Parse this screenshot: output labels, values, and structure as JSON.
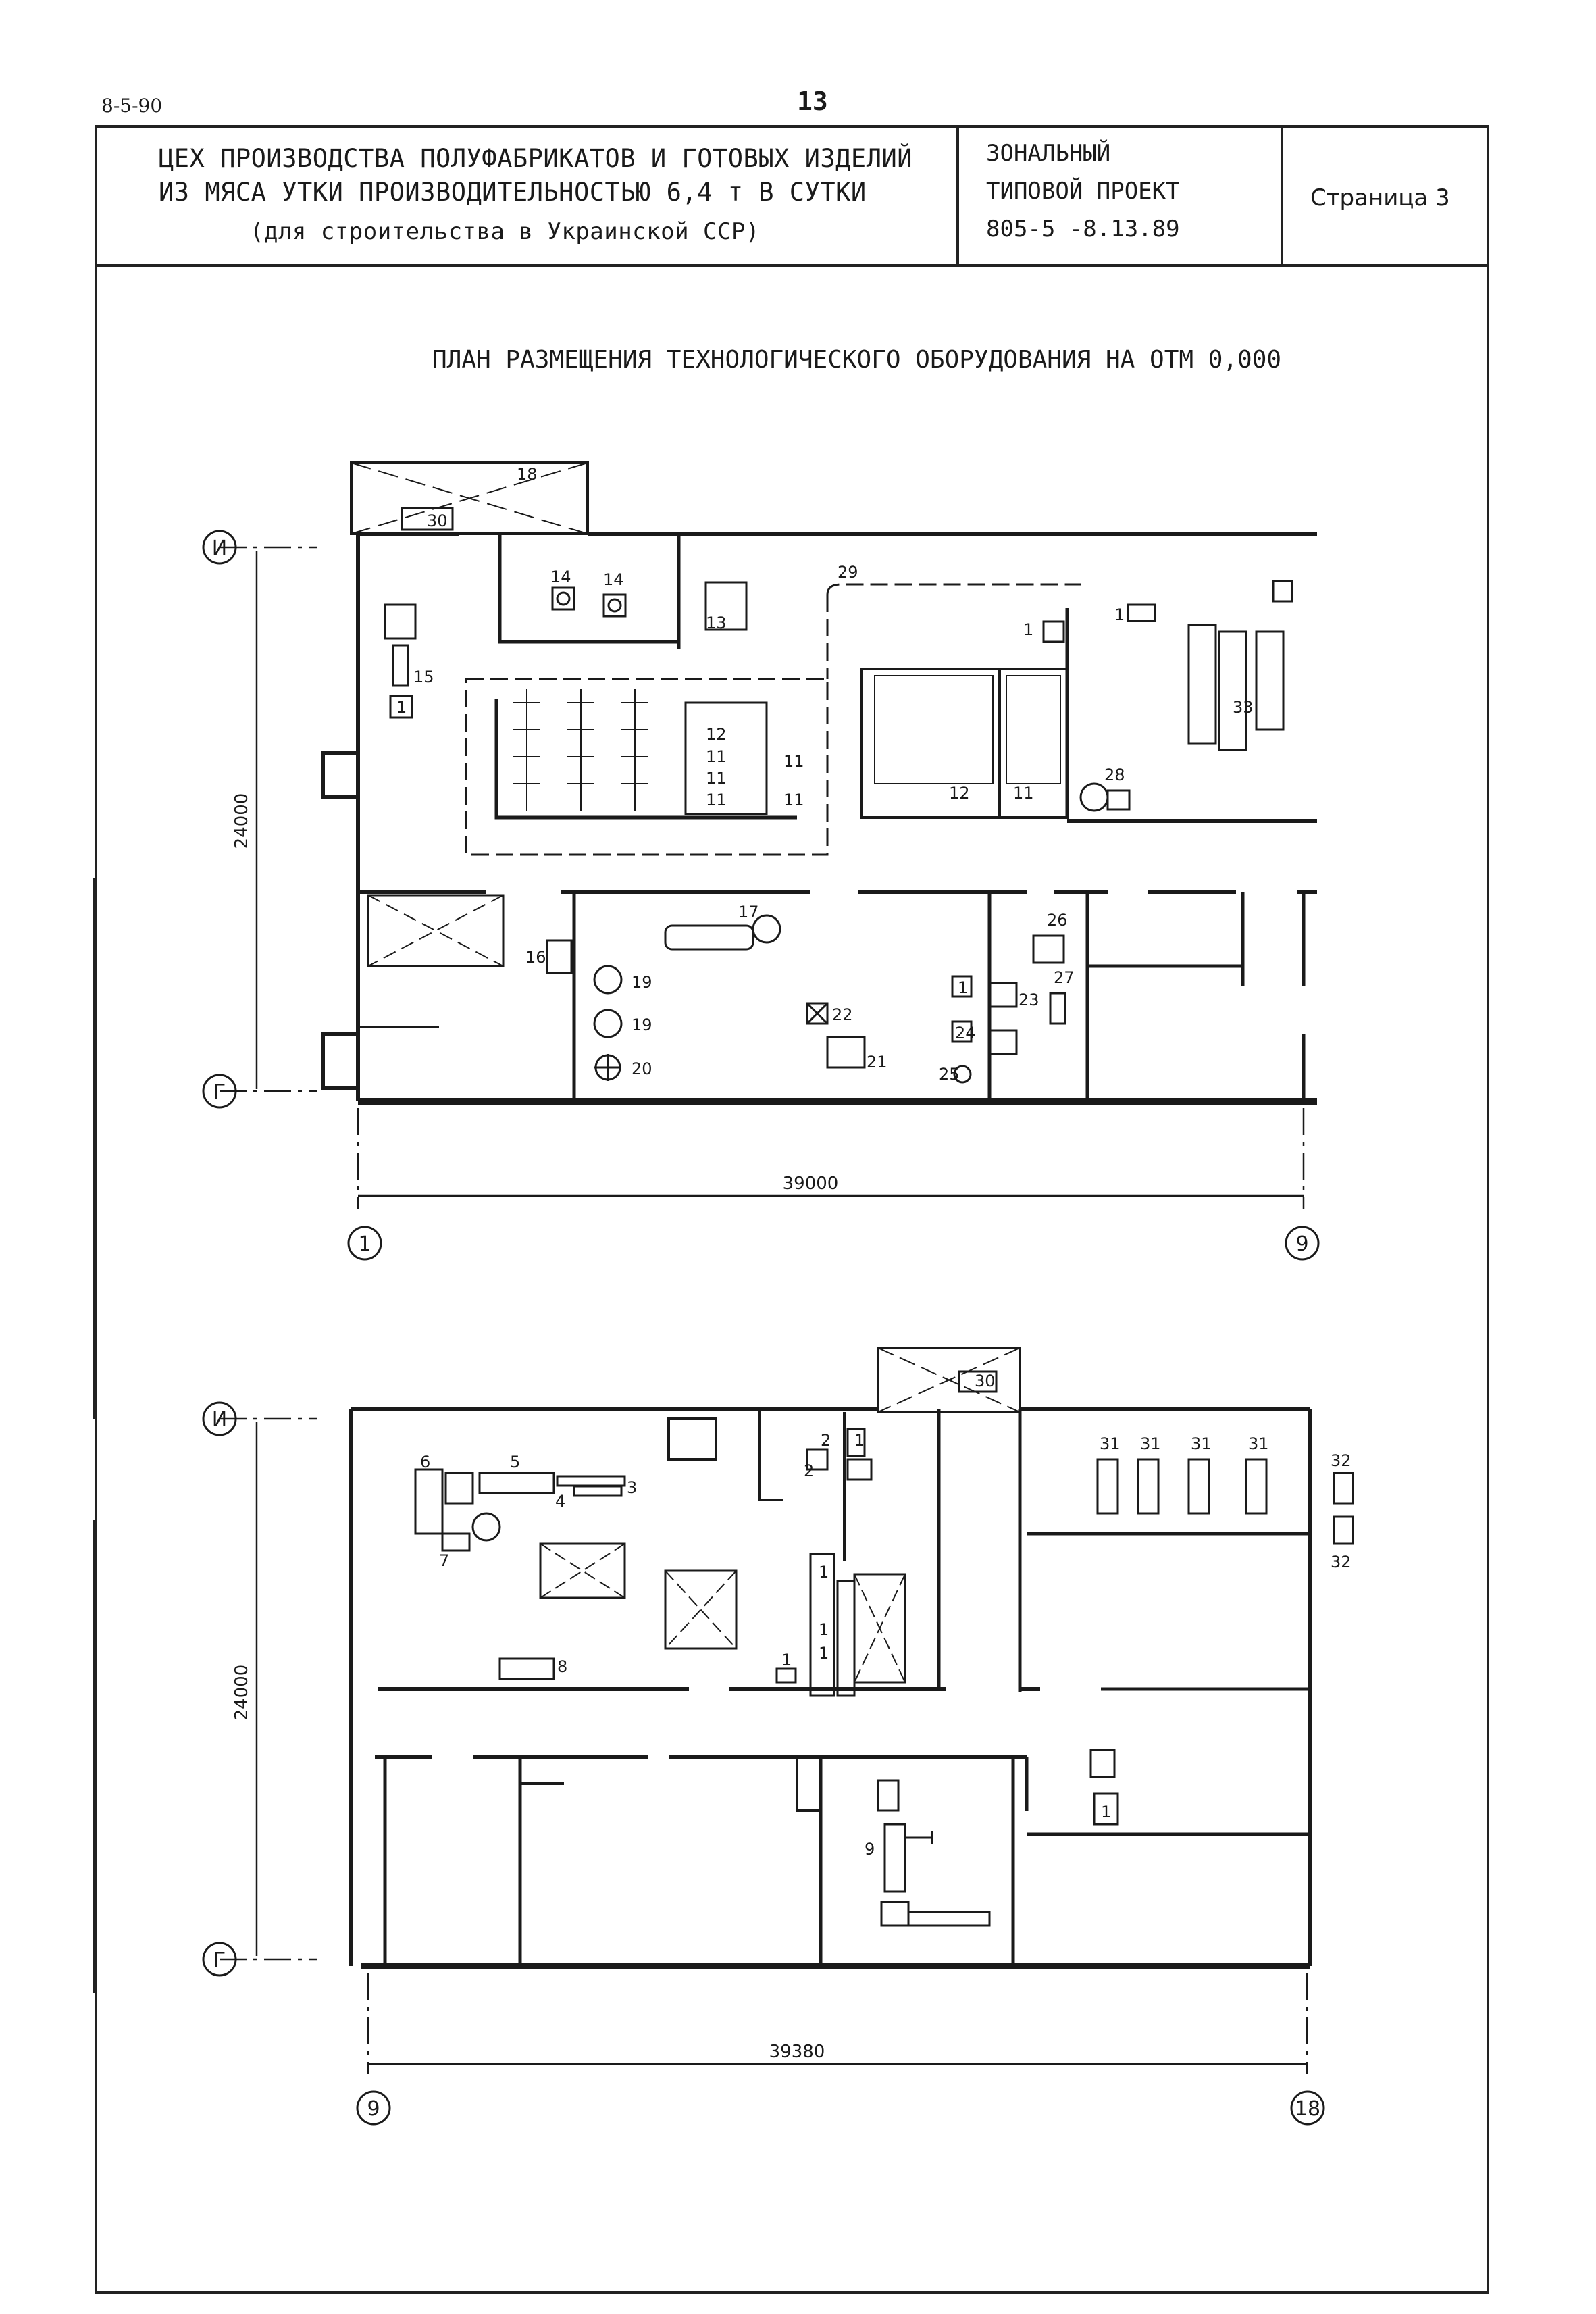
{
  "header": {
    "doc_code": "8-5-90",
    "page_number": "13"
  },
  "stamp": {
    "title_lines": [
      "ЦЕХ ПРОИЗВОДСТВА ПОЛУФАБРИКАТОВ И ГОТОВЫХ ИЗДЕЛИЙ",
      "ИЗ МЯСА УТКИ ПРОИЗВОДИТЕЛЬНОСТЬЮ 6,4 т  В СУТКИ",
      "(для строительства в Украинской ССР)"
    ],
    "project_lines": [
      "ЗОНАЛЬНЫЙ",
      "ТИПОВОЙ ПРОЕКТ",
      "805-5 -8.13.89"
    ],
    "page_label": "Страница  3"
  },
  "drawing": {
    "title": "ПЛАН РАЗМЕЩЕНИЯ ТЕХНОЛОГИЧЕСКОГО ОБОРУДОВАНИЯ НА ОТМ 0,000",
    "plan1": {
      "axis_top": "И",
      "axis_bottom": "Г",
      "axis_left": "1",
      "axis_right": "9",
      "width_dim": "39000",
      "height_dim": "24000",
      "equipment_labels": [
        "18",
        "30",
        "14",
        "14",
        "13",
        "29",
        "1",
        "15",
        "1",
        "12",
        "11",
        "11",
        "11",
        "11",
        "11",
        "12",
        "11",
        "1",
        "33",
        "28",
        "17",
        "16",
        "19",
        "19",
        "20",
        "22",
        "21",
        "1",
        "24",
        "23",
        "25",
        "26",
        "27"
      ]
    },
    "plan2": {
      "axis_top": "И",
      "axis_bottom": "Г",
      "axis_left": "9",
      "axis_right": "18",
      "width_dim": "39380",
      "height_dim": "24000",
      "equipment_labels": [
        "30",
        "6",
        "5",
        "3",
        "4",
        "7",
        "8",
        "2",
        "1",
        "2",
        "1",
        "1",
        "1",
        "1",
        "31",
        "31",
        "31",
        "31",
        "32",
        "32",
        "9",
        "1"
      ]
    }
  },
  "colors": {
    "ink": "#1a1a1a",
    "paper": "#ffffff"
  }
}
